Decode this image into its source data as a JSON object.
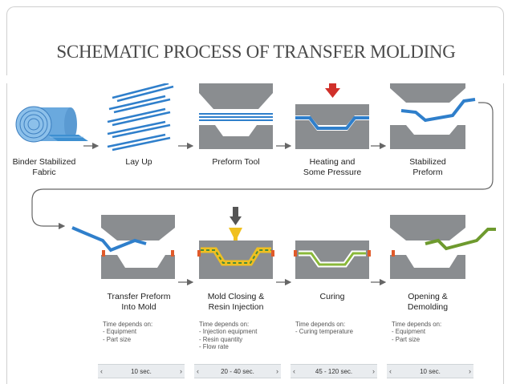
{
  "title": "SCHEMATIC PROCESS OF TRANSFER MOLDING",
  "steps": [
    {
      "line1": "Binder Stabilized",
      "line2": "Fabric"
    },
    {
      "line1": "Lay Up",
      "line2": ""
    },
    {
      "line1": "Preform Tool",
      "line2": ""
    },
    {
      "line1": "Heating and",
      "line2": "Some Pressure"
    },
    {
      "line1": "Stabilized",
      "line2": "Preform"
    },
    {
      "line1": "Transfer Preform",
      "line2": "Into Mold"
    },
    {
      "line1": "Mold Closing &",
      "line2": "Resin Injection"
    },
    {
      "line1": "Curing",
      "line2": ""
    },
    {
      "line1": "Opening &",
      "line2": "Demolding"
    }
  ],
  "time_notes": [
    {
      "heading": "Time depends on:",
      "items": [
        "- Equipment",
        "- Part size"
      ],
      "duration": "10 sec."
    },
    {
      "heading": "Time depends on:",
      "items": [
        "- Injection equipment",
        "- Resin quantity",
        "- Flow rate"
      ],
      "duration": "20 - 40 sec."
    },
    {
      "heading": "Time depends on:",
      "items": [
        "- Curing temperature"
      ],
      "duration": "45 - 120 sec."
    },
    {
      "heading": "Time depends on:",
      "items": [
        "- Equipment",
        "- Part size"
      ],
      "duration": "10 sec."
    }
  ],
  "colors": {
    "fabric": "#3d8fd1",
    "mold": "#8a8d90",
    "arrow_red": "#d0302a",
    "resin": "#f0c020",
    "cured": "#8ab83a",
    "injector": "#555555"
  }
}
